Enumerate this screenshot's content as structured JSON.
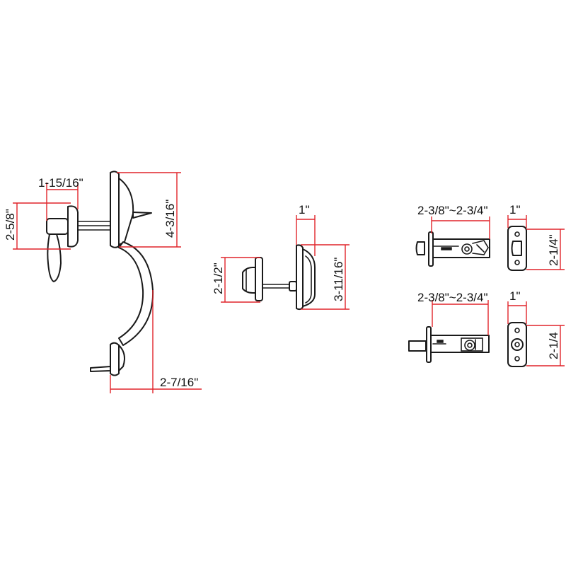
{
  "colors": {
    "dimension_line": "#e0242a",
    "outline": "#1a1a1a",
    "background": "#ffffff"
  },
  "handleset": {
    "thumb_projection": "1-15/16\"",
    "lever_rose_height": "2-5/8\"",
    "top_plate_height": "4-3/16\"",
    "grip_projection": "2-7/16\""
  },
  "deadbolt": {
    "thumbturn_rose_height": "2-1/2\"",
    "exterior_rose_depth": "1\"",
    "exterior_rose_height": "3-11/16\""
  },
  "latches": {
    "top_backset": "2-3/8\"~2-3/4\"",
    "top_faceplate_width": "1\"",
    "top_faceplate_height": "2-1/4\"",
    "bottom_backset": "2-3/8\"~2-3/4\"",
    "bottom_faceplate_width": "1\"",
    "bottom_faceplate_height": "2-1/4"
  }
}
